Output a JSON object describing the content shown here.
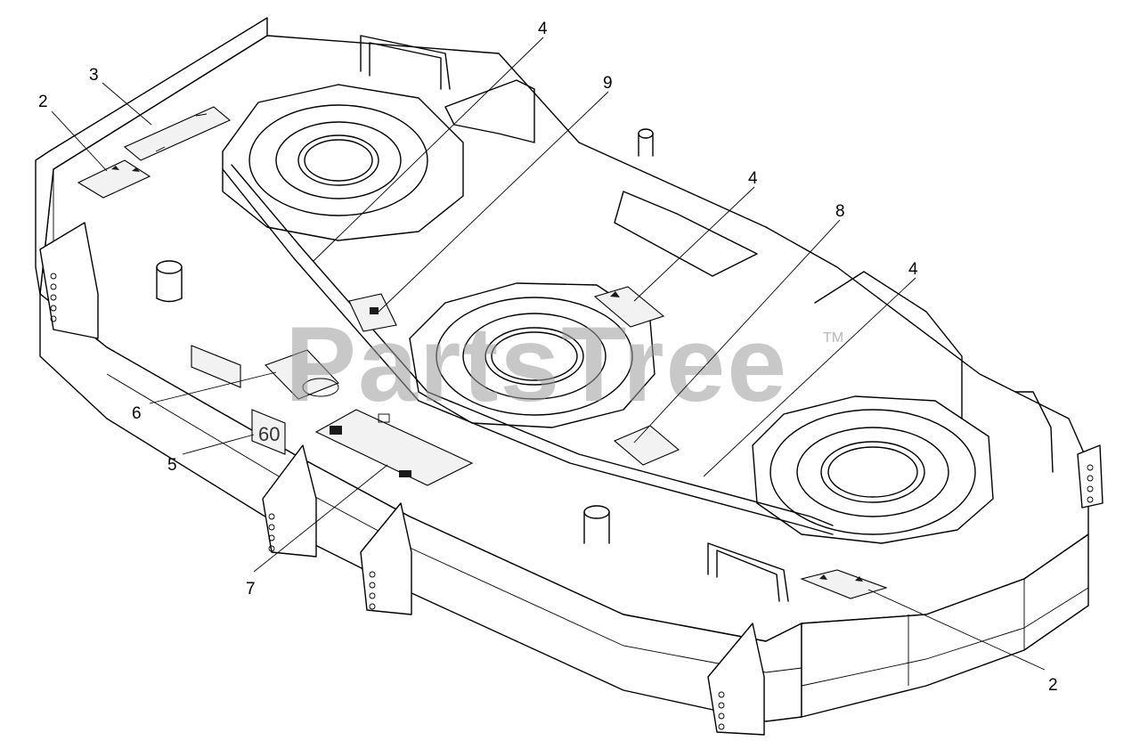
{
  "watermark": {
    "text": "PartsTree",
    "trademark": "TM"
  },
  "callouts": [
    {
      "id": "c2a",
      "label": "2"
    },
    {
      "id": "c3",
      "label": "3"
    },
    {
      "id": "c4a",
      "label": "4"
    },
    {
      "id": "c9",
      "label": "9"
    },
    {
      "id": "c4b",
      "label": "4"
    },
    {
      "id": "c8",
      "label": "8"
    },
    {
      "id": "c4c",
      "label": "4"
    },
    {
      "id": "c6",
      "label": "6"
    },
    {
      "id": "c5",
      "label": "5"
    },
    {
      "id": "c7",
      "label": "7"
    },
    {
      "id": "c2b",
      "label": "2"
    }
  ]
}
